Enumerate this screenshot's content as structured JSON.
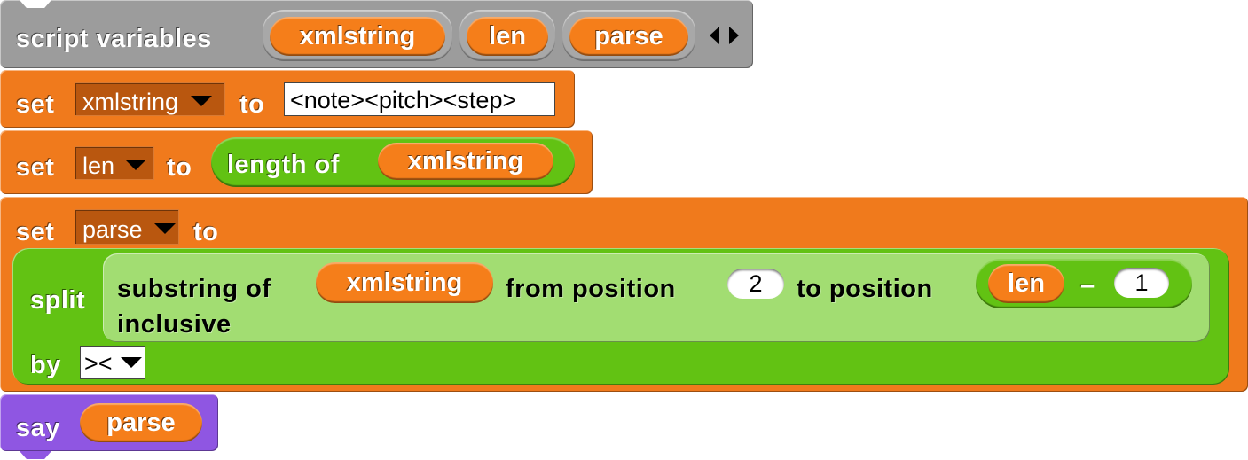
{
  "colors": {
    "variables_block": "#9c9c9c",
    "variable_reporter": "#f57e1a",
    "operators_block": "#62c213",
    "operators_zebra": "#a2dd72",
    "looks_block": "#8f56e2"
  },
  "script_variables": {
    "label": "script variables",
    "vars": [
      "xmlstring",
      "len",
      "parse"
    ],
    "arrows_icon": "left-right-arrows-icon"
  },
  "set1": {
    "set_label": "set",
    "var": "xmlstring",
    "to_label": "to",
    "value": "<note><pitch><step>"
  },
  "set2": {
    "set_label": "set",
    "var": "len",
    "to_label": "to",
    "length_label": "length of",
    "arg": "xmlstring"
  },
  "set3": {
    "set_label": "set",
    "var": "parse",
    "to_label": "to",
    "split_label": "split",
    "substring_label": "substring of",
    "substring_arg": "xmlstring",
    "from_label": "from position",
    "from_value": "2",
    "to_position_label": "to position",
    "minus_left": "len",
    "minus_sign": "–",
    "minus_right": "1",
    "inclusive_label": "inclusive",
    "by_label": "by",
    "by_value": "><"
  },
  "say": {
    "label": "say",
    "arg": "parse"
  }
}
